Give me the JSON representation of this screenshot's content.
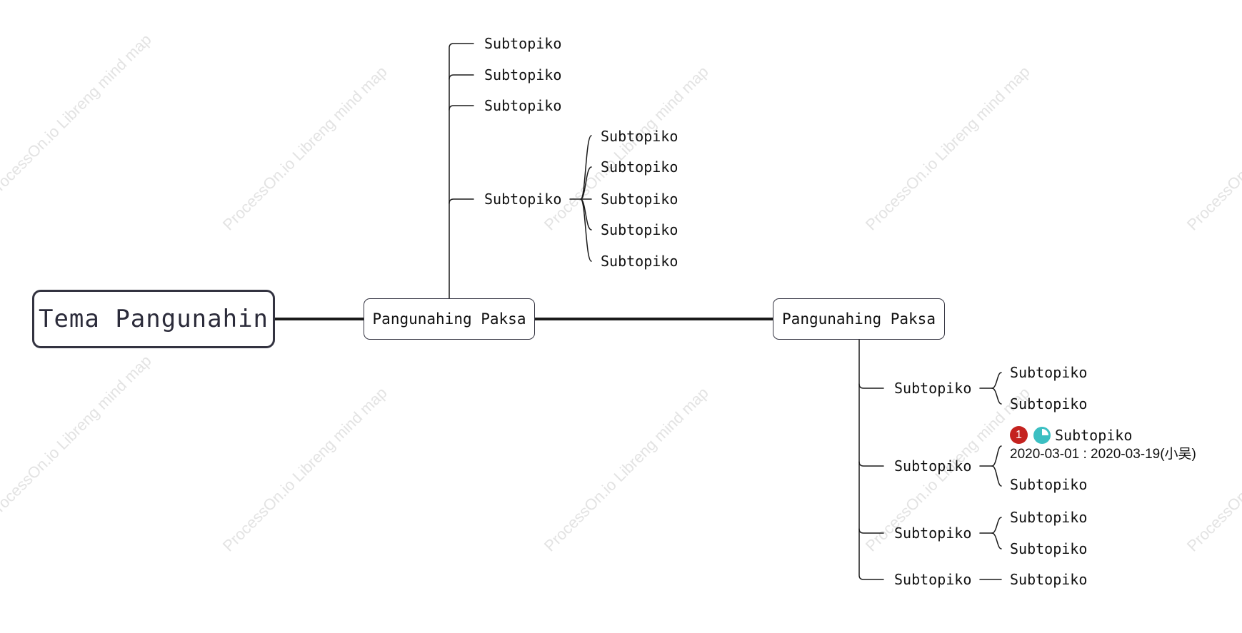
{
  "watermark": "ProcessOn.io Libreng mind map",
  "colors": {
    "line": "#1a1a1a",
    "node_border": "#333340",
    "priority_badge": "#c4221f",
    "progress_badge": "#3bbfc2"
  },
  "root": {
    "label": "Tema Pangunahin"
  },
  "main_topics": [
    {
      "label": "Pangunahing Paksa"
    },
    {
      "label": "Pangunahing Paksa"
    }
  ],
  "branch1": {
    "subtopics": [
      "Subtopiko",
      "Subtopiko",
      "Subtopiko",
      "Subtopiko"
    ],
    "nested": [
      "Subtopiko",
      "Subtopiko",
      "Subtopiko",
      "Subtopiko",
      "Subtopiko"
    ]
  },
  "branch2": {
    "subtopics": [
      "Subtopiko",
      "Subtopiko",
      "Subtopiko",
      "Subtopiko"
    ],
    "group1": [
      "Subtopiko",
      "Subtopiko"
    ],
    "group2": {
      "rich_item": {
        "priority": "1",
        "progress_fraction": 0.75,
        "label": "Subtopiko",
        "date_range": "2020-03-01 : 2020-03-19(小吴)"
      },
      "item": "Subtopiko"
    },
    "group3": [
      "Subtopiko",
      "Subtopiko"
    ],
    "group4": [
      "Subtopiko"
    ]
  }
}
